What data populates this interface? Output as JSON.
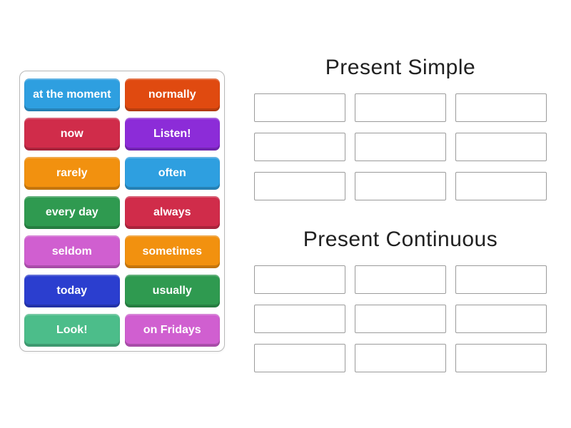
{
  "board": {
    "tiles": [
      {
        "label": "at the moment",
        "color": "#2e9fe0"
      },
      {
        "label": "normally",
        "color": "#e04a10"
      },
      {
        "label": "now",
        "color": "#d02c4a"
      },
      {
        "label": "Listen!",
        "color": "#8c2cd8"
      },
      {
        "label": "rarely",
        "color": "#f2910f"
      },
      {
        "label": "often",
        "color": "#2e9fe0"
      },
      {
        "label": "every day",
        "color": "#2f9a50"
      },
      {
        "label": "always",
        "color": "#d02c4a"
      },
      {
        "label": "seldom",
        "color": "#d05fd0"
      },
      {
        "label": "sometimes",
        "color": "#f2910f"
      },
      {
        "label": "today",
        "color": "#2b3ecf"
      },
      {
        "label": "usually",
        "color": "#2f9a50"
      },
      {
        "label": "Look!",
        "color": "#4cbd8a"
      },
      {
        "label": "on Fridays",
        "color": "#d05fd0"
      }
    ]
  },
  "groups": [
    {
      "title": "Present Simple",
      "slot_count": 9
    },
    {
      "title": "Present Continuous",
      "slot_count": 9
    }
  ],
  "theme": {
    "page_background": "#ffffff",
    "board_border": "#b9b9b9",
    "slot_border": "#9b9b9b",
    "title_color": "#212121",
    "tile_text_color": "#ffffff"
  }
}
